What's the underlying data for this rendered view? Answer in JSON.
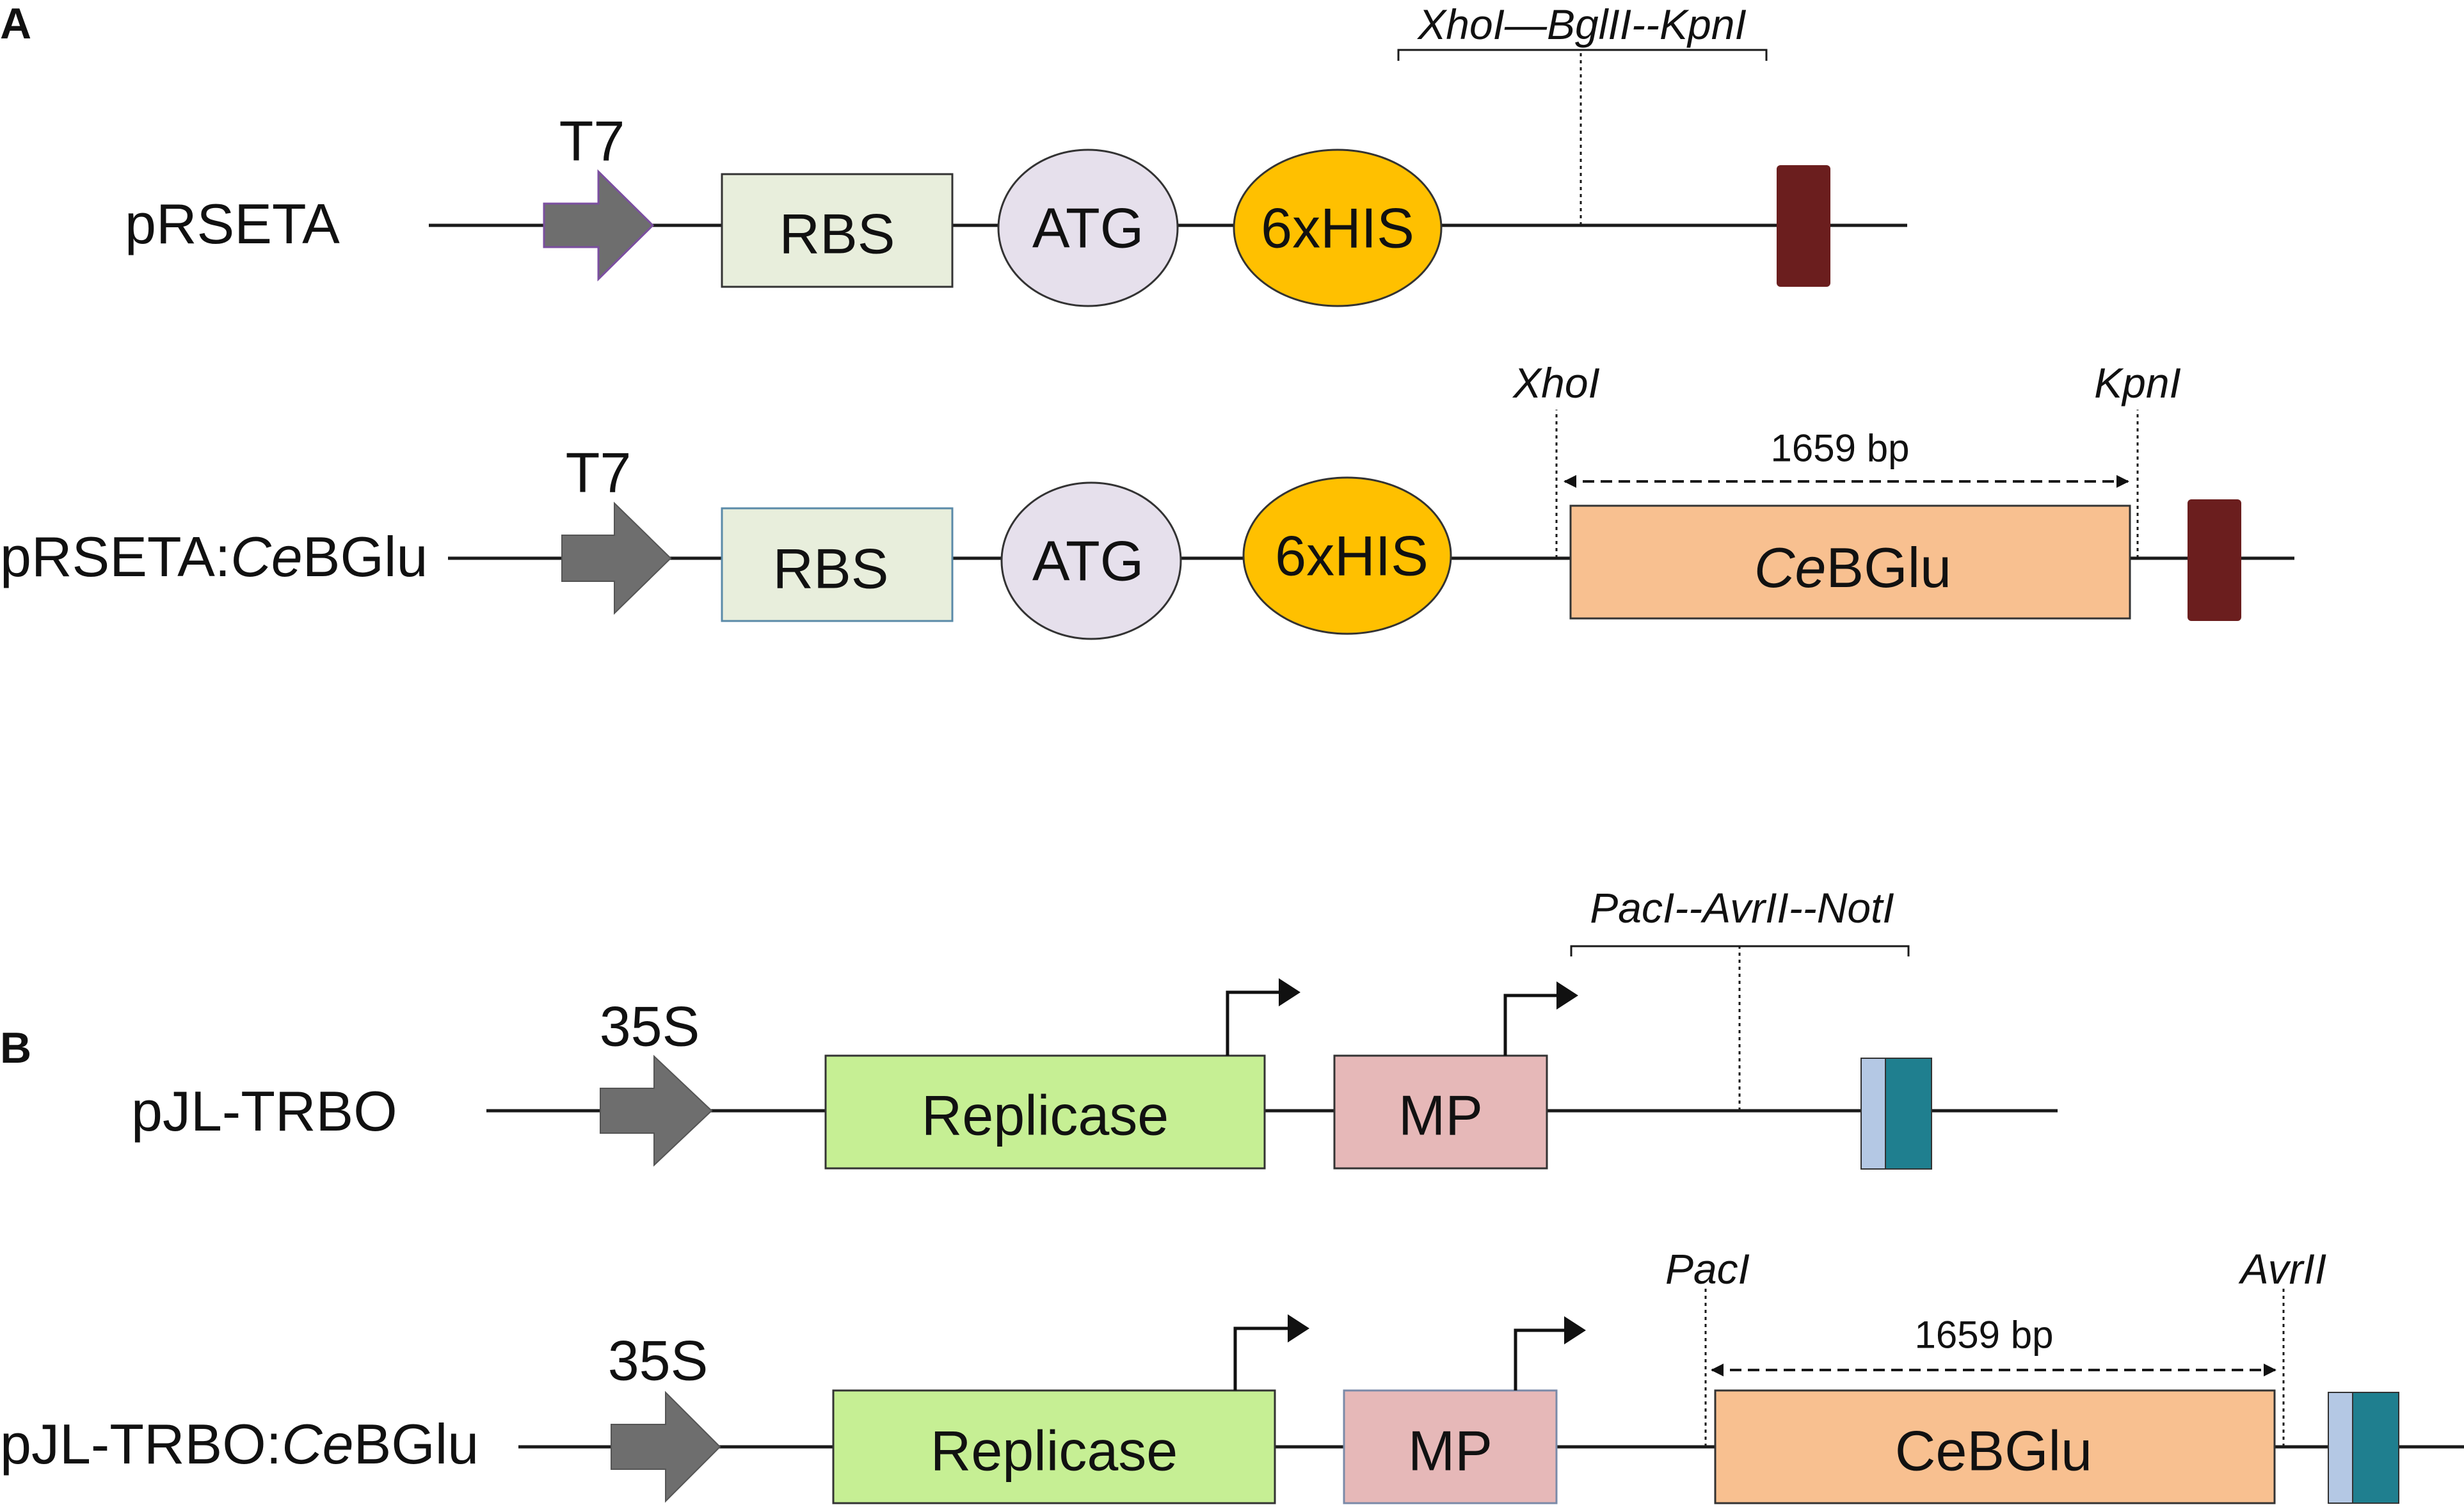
{
  "panel_a": {
    "panel_label": "A",
    "construct1": {
      "name": "pRSETA",
      "promoter": "T7",
      "rbs": "RBS",
      "atg": "ATG",
      "his": "6xHIS",
      "mcs": "XhoI—BglII--KpnI"
    },
    "construct2": {
      "name_prefix": "pRSETA:",
      "name_italic": "Ce",
      "name_suffix": "BGlu",
      "promoter": "T7",
      "rbs": "RBS",
      "atg": "ATG",
      "his": "6xHIS",
      "site_left": "XhoI",
      "site_right": "KpnI",
      "insert_size": "1659 bp",
      "insert_italic": "Ce",
      "insert_suffix": "BGlu"
    }
  },
  "panel_b": {
    "panel_label": "B",
    "construct1": {
      "name": "pJL-TRBO",
      "promoter": "35S",
      "replicase": "Replicase",
      "mp": "MP",
      "mcs": "PacI--AvrII--NotI"
    },
    "construct2": {
      "name_prefix": "pJL-TRBO:",
      "name_italic": "Ce",
      "name_suffix": "BGlu",
      "promoter": "35S",
      "replicase": "Replicase",
      "mp": "MP",
      "site_left": "PacI",
      "site_right": "AvrII",
      "insert_size": "1659 bp",
      "insert_label": "CeBGlu"
    }
  },
  "colors": {
    "promoter_arrow": "#6e6e6e",
    "rbs_fill": "#e8eedc",
    "atg_fill": "#e6e0ec",
    "his_fill": "#ffc000",
    "terminator": "#6b1e1e",
    "insert_fill": "#f8c090",
    "replicase_fill": "#c6ef94",
    "mp_fill": "#e6b8b8",
    "pjl_light": "#b4c8e4",
    "pjl_dark": "#1f7f8f"
  }
}
